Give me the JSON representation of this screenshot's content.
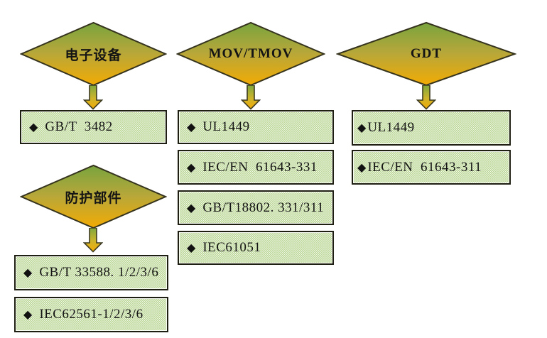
{
  "palette": {
    "diamond_gradient_top": "#78a43e",
    "diamond_gradient_mid": "#b7a73a",
    "diamond_gradient_bottom": "#f2ab04",
    "shape_outline": "#35331d",
    "box_fill_green": "#8cbd4f",
    "box_dot_color": "#f4f8ec",
    "box_border": "#1e1e12",
    "text_color": "#141414",
    "background": "#ffffff"
  },
  "icons": {
    "bullet": "◆",
    "arrow_direction": "down"
  },
  "diamonds": [
    {
      "id": "electronic-equipment",
      "label": "电子设备"
    },
    {
      "id": "mov-tmov",
      "label": "MOV/TMOV"
    },
    {
      "id": "gdt",
      "label": "GDT"
    },
    {
      "id": "protection-components",
      "label": "防护部件"
    }
  ],
  "boxes": [
    {
      "id": "gbt-3482",
      "column": "electronic-equipment",
      "label": "GB/T  3482"
    },
    {
      "id": "ul1449-mov",
      "column": "mov-tmov",
      "label": "UL1449"
    },
    {
      "id": "iec-en-61643-331",
      "column": "mov-tmov",
      "label": "IEC/EN  61643-331"
    },
    {
      "id": "gbt18802-331-311",
      "column": "mov-tmov",
      "label": "GB/T18802. 331/311"
    },
    {
      "id": "iec61051",
      "column": "mov-tmov",
      "label": "IEC61051"
    },
    {
      "id": "ul1449-gdt",
      "column": "gdt",
      "label": "UL1449"
    },
    {
      "id": "iec-en-61643-311",
      "column": "gdt",
      "label": "IEC/EN  61643-311"
    },
    {
      "id": "gbt-33588",
      "column": "protection-components",
      "label": "GB/T 33588. 1/2/3/6"
    },
    {
      "id": "iec62561",
      "column": "protection-components",
      "label": "IEC62561-1/2/3/6"
    }
  ]
}
